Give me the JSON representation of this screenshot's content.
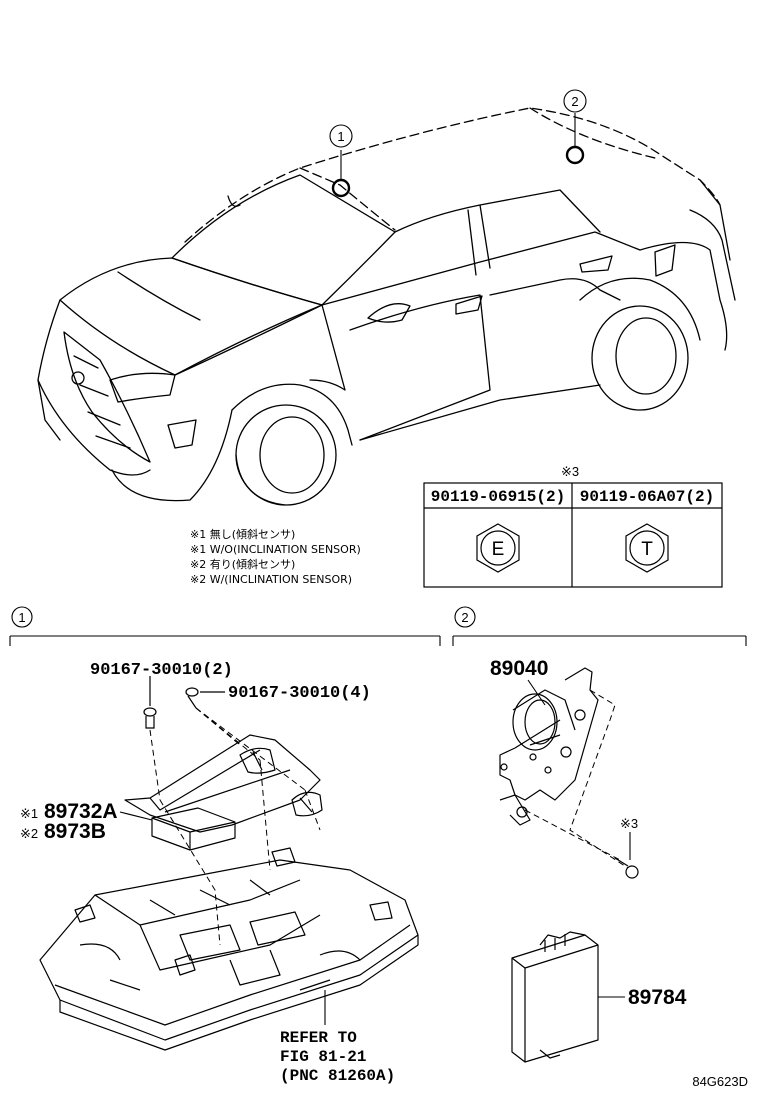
{
  "callouts": {
    "c1": "1",
    "c2": "2"
  },
  "section_headers": {
    "s1": "1",
    "s2": "2"
  },
  "table": {
    "mark": "※3",
    "col1_header": "90119-06915(2)",
    "col2_header": "90119-06A07(2)",
    "col1_symbol": "E",
    "col2_symbol": "T"
  },
  "notes": [
    "※1 無し(傾斜センサ)",
    "※1 W/O(INCLINATION SENSOR)",
    "※2 有り(傾斜センサ)",
    "※2 W/(INCLINATION SENSOR)"
  ],
  "parts": {
    "bolt_a": "90167-30010(2)",
    "bolt_b": "90167-30010(4)",
    "sensor_1_mark": "※1",
    "sensor_1_code": "89732A",
    "sensor_2_mark": "※2",
    "sensor_2_code": "8973B",
    "horn": "89040",
    "screw_mark": "※3",
    "ecu": "89784"
  },
  "refer": {
    "line1": "REFER TO",
    "line2": "FIG 81-21",
    "line3": "(PNC 81260A)"
  },
  "figure_code": "84G623D"
}
